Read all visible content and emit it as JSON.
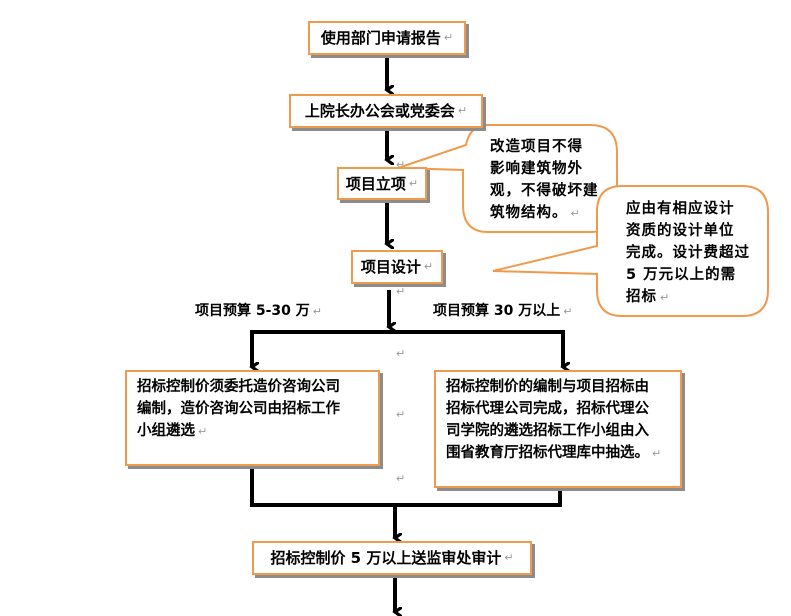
{
  "diagram": {
    "nodes": {
      "apply": "使用部门申请报告",
      "approve": "上院长办公会或党委会",
      "setup": "项目立项",
      "design": "项目设计",
      "left_branch": [
        "招标控制价须委托造价咨询公司",
        "编制，造价咨询公司由招标工作",
        "小组遴选"
      ],
      "right_branch": [
        "招标控制价的编制与项目招标由",
        "招标代理公司完成，招标代理公",
        "司学院的遴选招标工作小组由入",
        "围省教育厅招标代理库中抽选。"
      ],
      "audit": "招标控制价 5 万以上送监审处审计"
    },
    "branch_labels": {
      "left": "项目预算 5-30 万",
      "right": "项目预算 30 万以上"
    },
    "callouts": {
      "setup_note": [
        "改造项目不得",
        "影响建筑物外",
        "观，不得破坏建",
        "筑物结构。"
      ],
      "design_note": [
        "应由有相应设计",
        "资质的设计单位",
        "完成。设计费超过",
        "5  万元以上的需",
        "招标"
      ]
    },
    "paragraph_mark": "↵",
    "colors": {
      "box_border": "#f09a4d",
      "arrow": "#000000",
      "shadow": "#8c8c8c"
    }
  }
}
